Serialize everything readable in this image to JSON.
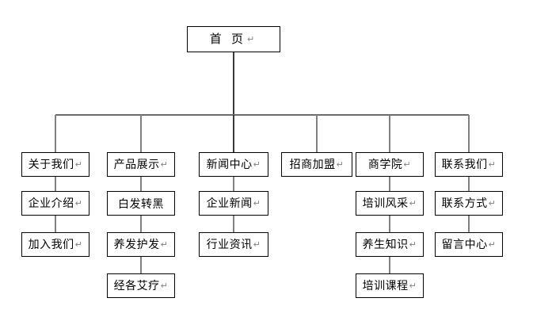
{
  "diagram": {
    "title_root": "首 页",
    "pilcrow_glyph": "↵",
    "colors": {
      "box_border": "#000000",
      "box_fill": "#ffffff",
      "connector": "#808080",
      "bus": "#6b6b6b",
      "text": "#000000",
      "pilcrow": "#808080",
      "background": "#ffffff"
    },
    "root": {
      "label": "首 页",
      "has_pilcrow": true
    },
    "columns": [
      {
        "name": "about-us",
        "nodes": [
          {
            "label": "关于我们",
            "has_pilcrow": true
          },
          {
            "label": "企业介绍",
            "has_pilcrow": true
          },
          {
            "label": "加入我们",
            "has_pilcrow": true
          }
        ]
      },
      {
        "name": "products",
        "nodes": [
          {
            "label": "产品展示",
            "has_pilcrow": true
          },
          {
            "label": "白发转黑",
            "has_pilcrow": false
          },
          {
            "label": "养发护发",
            "has_pilcrow": true
          },
          {
            "label": "经各艾疗",
            "has_pilcrow": true
          }
        ]
      },
      {
        "name": "news-center",
        "nodes": [
          {
            "label": "新闻中心",
            "has_pilcrow": true
          },
          {
            "label": "企业新闻",
            "has_pilcrow": true
          },
          {
            "label": "行业资讯",
            "has_pilcrow": true
          }
        ]
      },
      {
        "name": "franchise",
        "nodes": [
          {
            "label": "招商加盟",
            "has_pilcrow": true
          }
        ]
      },
      {
        "name": "business-school",
        "nodes": [
          {
            "label": "商学院",
            "has_pilcrow": true
          },
          {
            "label": "培训风采",
            "has_pilcrow": true
          },
          {
            "label": "养生知识",
            "has_pilcrow": true
          },
          {
            "label": "培训课程",
            "has_pilcrow": true
          }
        ]
      },
      {
        "name": "contact-us",
        "nodes": [
          {
            "label": "联系我们",
            "has_pilcrow": true
          },
          {
            "label": "联系方式",
            "has_pilcrow": true
          },
          {
            "label": "留言中心",
            "has_pilcrow": true
          }
        ]
      }
    ]
  }
}
